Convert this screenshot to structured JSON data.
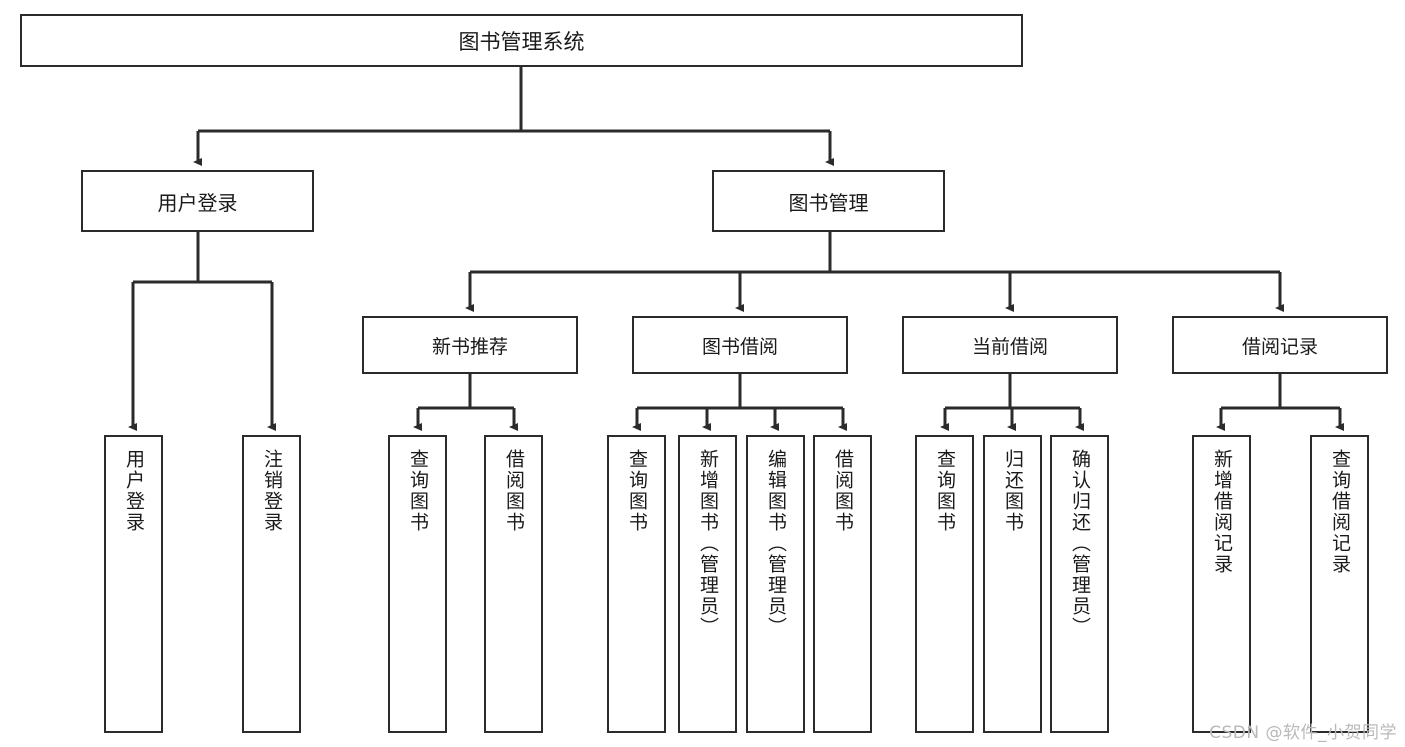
{
  "diagram": {
    "title": "图书管理系统",
    "root": {
      "label": "图书管理系统"
    },
    "level2": [
      {
        "label": "用户登录"
      },
      {
        "label": "图书管理"
      }
    ],
    "level3": [
      {
        "label": "新书推荐"
      },
      {
        "label": "图书借阅"
      },
      {
        "label": "当前借阅"
      },
      {
        "label": "借阅记录"
      }
    ],
    "leaves": {
      "user_login": [
        {
          "label": "用户登录"
        },
        {
          "label": "注销登录"
        }
      ],
      "new_book_recommend": [
        {
          "label": "查询图书"
        },
        {
          "label": "借阅图书"
        }
      ],
      "book_borrow": [
        {
          "label": "查询图书"
        },
        {
          "label": "新增图书（管理员）"
        },
        {
          "label": "编辑图书（管理员）"
        },
        {
          "label": "借阅图书"
        }
      ],
      "current_borrow": [
        {
          "label": "查询图书"
        },
        {
          "label": "归还图书"
        },
        {
          "label": "确认归还（管理员）"
        }
      ],
      "borrow_record": [
        {
          "label": "新增借阅记录"
        },
        {
          "label": "查询借阅记录"
        }
      ]
    }
  },
  "watermark": {
    "text": "CSDN @软件_小贺同学"
  },
  "colors": {
    "box_border": "#2b2b2b",
    "connector": "#2b2b2b",
    "background": "#ffffff",
    "text": "#1a1a1a",
    "watermark": "#b9b9b9"
  }
}
